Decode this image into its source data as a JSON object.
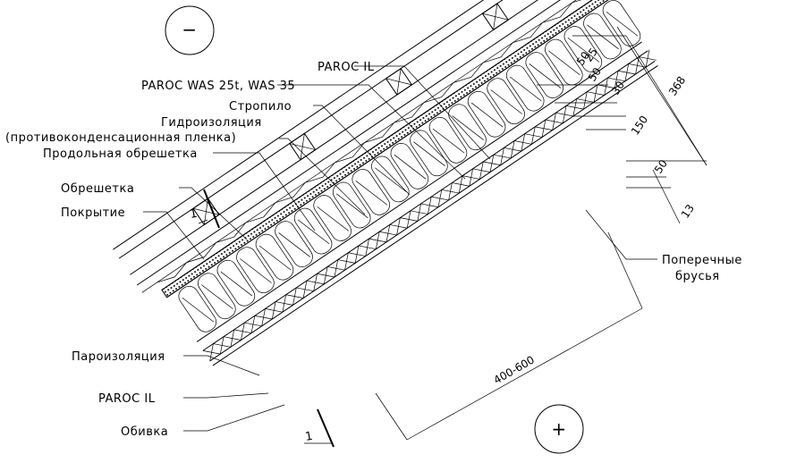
{
  "labels": {
    "paroc_il_top": "PAROC IL",
    "paroc_was": "PAROC WAS 25t, WAS 35",
    "stropilo": "Стропило",
    "gidroizolyatsiya": "Гидроизоляция",
    "membrane": "(противоконденсационная пленка)",
    "prodolnaya": "Продольная обрешетка",
    "obreshetka": "Обрешетка",
    "pokrytie": "Покрытие",
    "poperechnye_1": "Поперечные",
    "poperechnye_2": "брусья",
    "paroizolyatsiya": "Пароизоляция",
    "paroc_il_bottom": "PAROC IL",
    "obivka": "Обивка"
  },
  "dimensions": {
    "d25": "25",
    "d50a": "50",
    "d50b": "50",
    "d30": "30",
    "d150": "150",
    "d368": "368",
    "d50c": "50",
    "d13": "13",
    "spacing": "400-600"
  },
  "markers": {
    "minus": "−",
    "plus": "+",
    "slope_top": "1",
    "slope_bottom": "1"
  }
}
